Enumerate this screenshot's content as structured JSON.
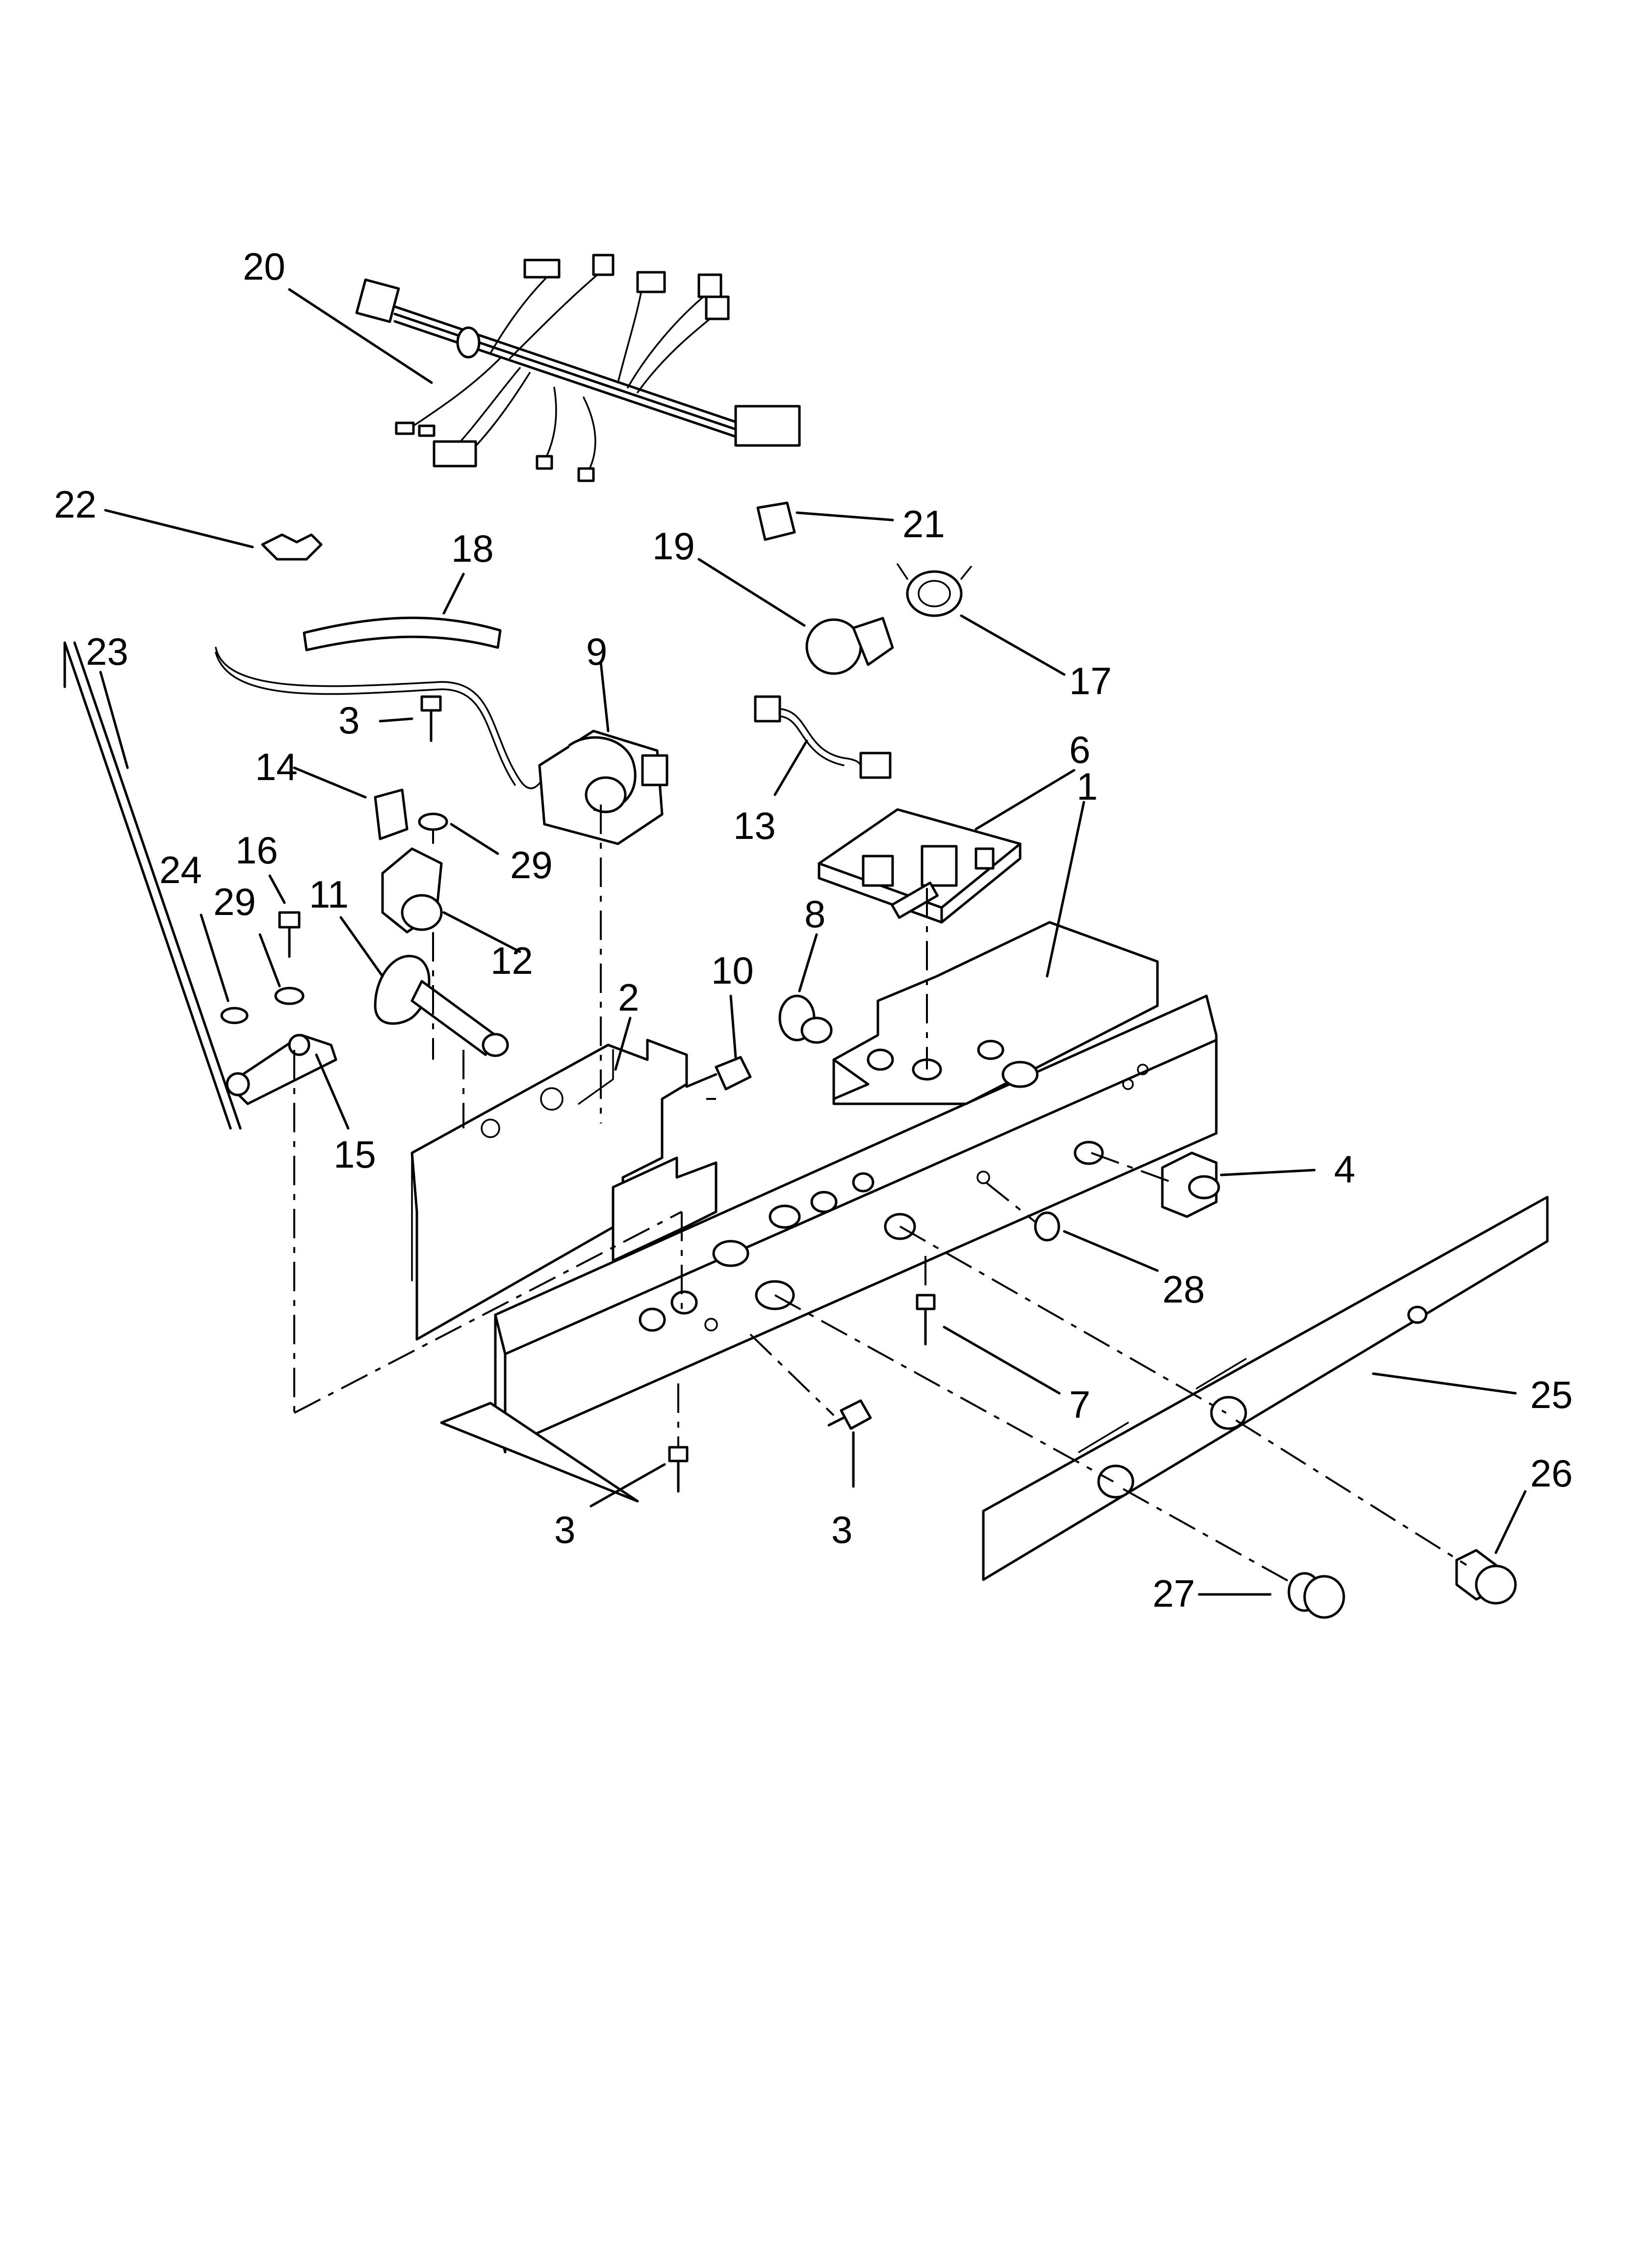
{
  "callouts": [
    {
      "id": "c20",
      "text": "20"
    },
    {
      "id": "c22",
      "text": "22"
    },
    {
      "id": "c18",
      "text": "18"
    },
    {
      "id": "c21",
      "text": "21"
    },
    {
      "id": "c19",
      "text": "19"
    },
    {
      "id": "c17",
      "text": "17"
    },
    {
      "id": "c23",
      "text": "23"
    },
    {
      "id": "c9",
      "text": "9"
    },
    {
      "id": "c3a",
      "text": "3"
    },
    {
      "id": "c14",
      "text": "14"
    },
    {
      "id": "c29a",
      "text": "29"
    },
    {
      "id": "c13",
      "text": "13"
    },
    {
      "id": "c6",
      "text": "6"
    },
    {
      "id": "c1",
      "text": "1"
    },
    {
      "id": "c24",
      "text": "24"
    },
    {
      "id": "c16",
      "text": "16"
    },
    {
      "id": "c29b",
      "text": "29"
    },
    {
      "id": "c11",
      "text": "11"
    },
    {
      "id": "c12",
      "text": "12"
    },
    {
      "id": "c8",
      "text": "8"
    },
    {
      "id": "c10",
      "text": "10"
    },
    {
      "id": "c2",
      "text": "2"
    },
    {
      "id": "c15",
      "text": "15"
    },
    {
      "id": "c4",
      "text": "4"
    },
    {
      "id": "c28",
      "text": "28"
    },
    {
      "id": "c7",
      "text": "7"
    },
    {
      "id": "c25",
      "text": "25"
    },
    {
      "id": "c26",
      "text": "26"
    },
    {
      "id": "c3b",
      "text": "3"
    },
    {
      "id": "c3c",
      "text": "3"
    },
    {
      "id": "c27",
      "text": "27"
    }
  ]
}
